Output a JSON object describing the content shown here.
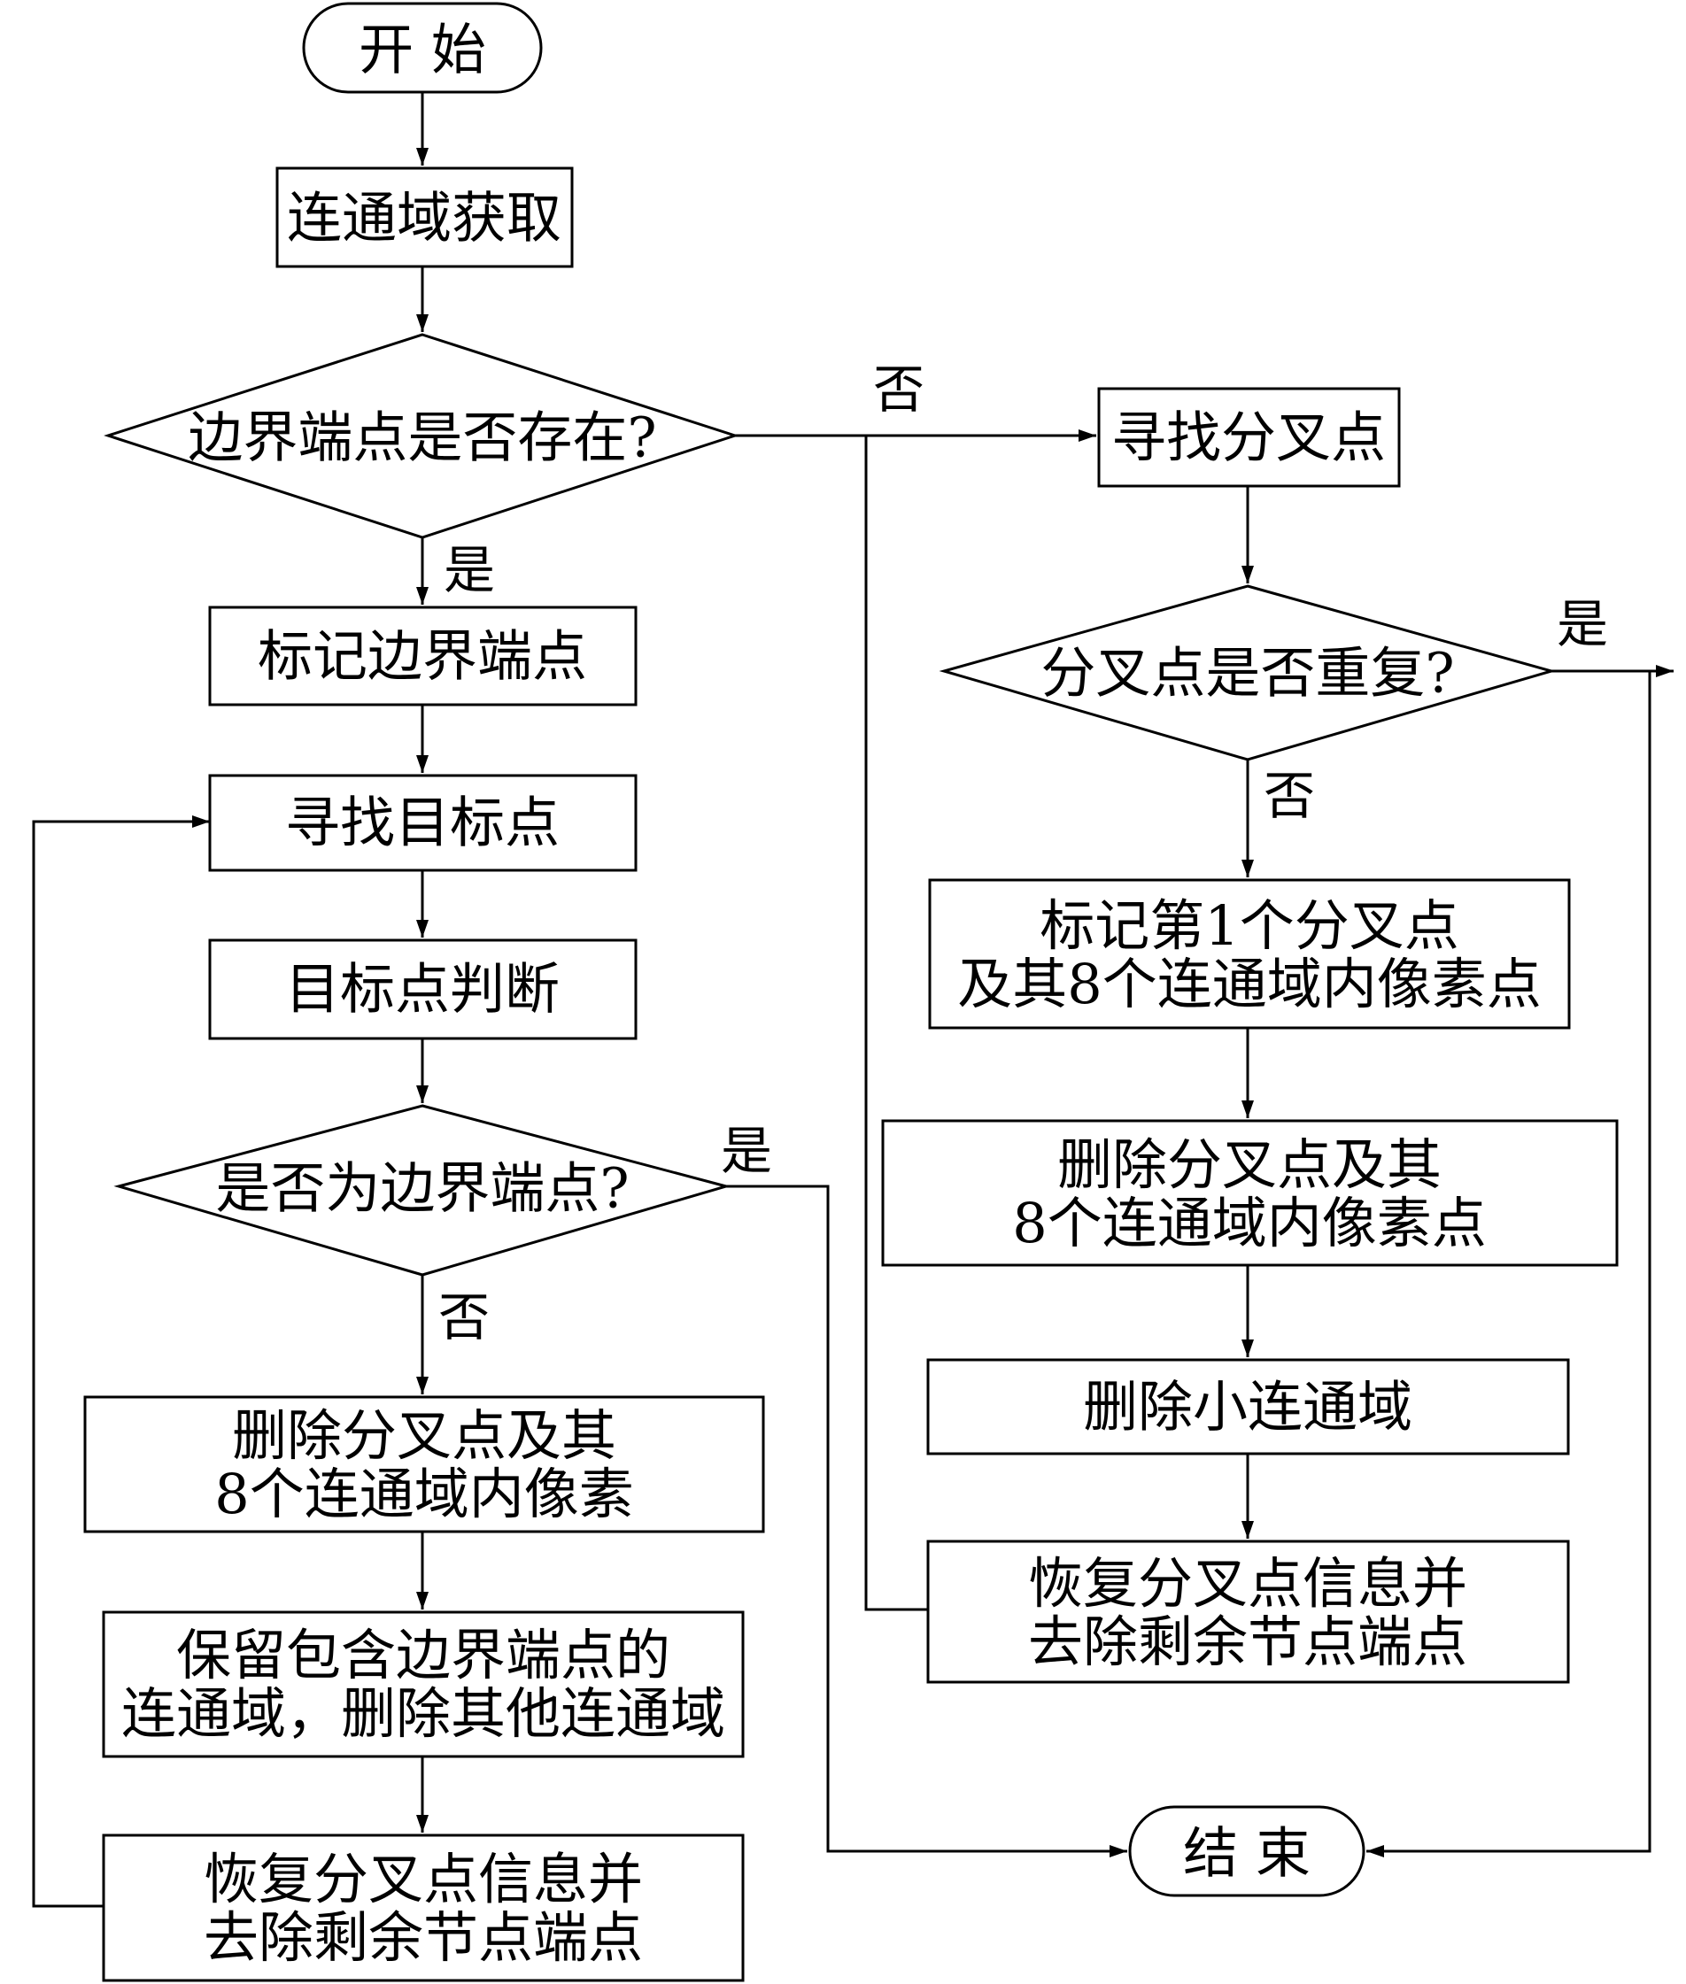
{
  "nodes": {
    "start": {
      "lines": [
        "开  始"
      ]
    },
    "get_components": {
      "lines": [
        "连通域获取"
      ]
    },
    "boundary_exists": {
      "lines": [
        "边界端点是否存在?"
      ]
    },
    "mark_boundary": {
      "lines": [
        "标记边界端点"
      ]
    },
    "find_target": {
      "lines": [
        "寻找目标点"
      ]
    },
    "judge_target": {
      "lines": [
        "目标点判断"
      ]
    },
    "is_boundary": {
      "lines": [
        "是否为边界端点?"
      ]
    },
    "delete_fork_left": {
      "lines": [
        "删除分叉点及其",
        "8个连通域内像素"
      ]
    },
    "keep_components": {
      "lines": [
        "保留包含边界端点的",
        "连通域，删除其他连通域"
      ]
    },
    "restore_left": {
      "lines": [
        "恢复分叉点信息并",
        "去除剩余节点端点"
      ]
    },
    "find_fork": {
      "lines": [
        "寻找分叉点"
      ]
    },
    "fork_repeat": {
      "lines": [
        "分叉点是否重复?"
      ]
    },
    "mark_first_fork": {
      "lines": [
        "标记第1个分叉点",
        "及其8个连通域内像素点"
      ]
    },
    "delete_fork_right": {
      "lines": [
        "删除分叉点及其",
        "8个连通域内像素点"
      ]
    },
    "delete_small": {
      "lines": [
        "删除小连通域"
      ]
    },
    "restore_right": {
      "lines": [
        "恢复分叉点信息并",
        "去除剩余节点端点"
      ]
    },
    "end": {
      "lines": [
        "结  束"
      ]
    }
  },
  "labels": {
    "boundary_no": "否",
    "boundary_yes": "是",
    "fork_repeat_yes": "是",
    "fork_repeat_no": "否",
    "is_boundary_yes": "是",
    "is_boundary_no": "否"
  }
}
